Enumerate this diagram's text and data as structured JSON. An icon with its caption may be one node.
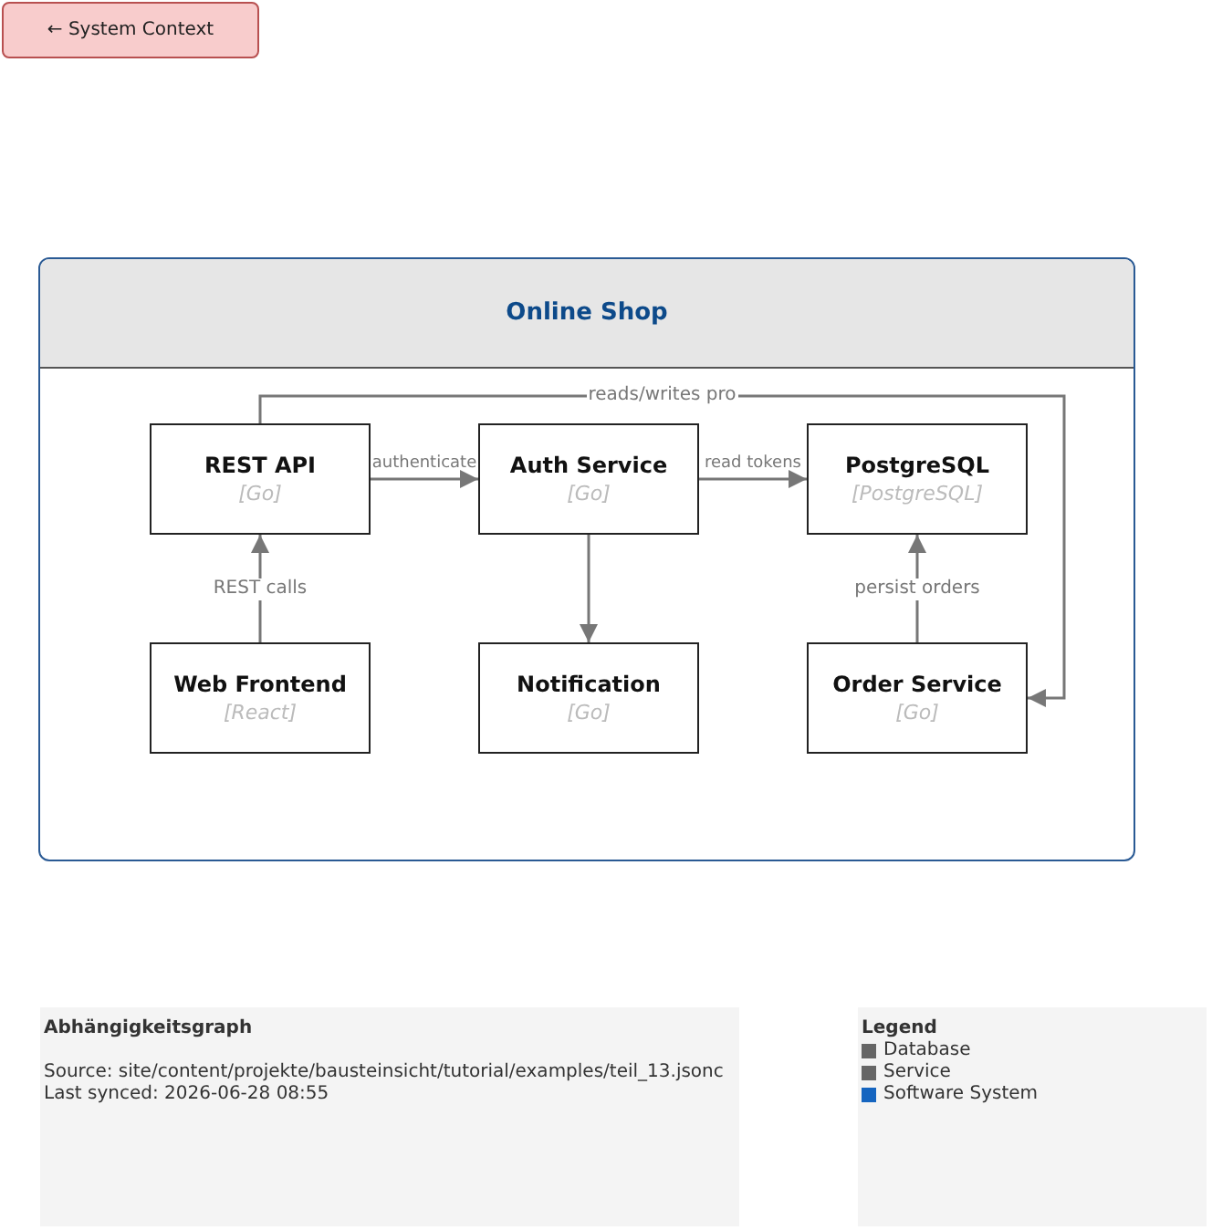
{
  "diagram": {
    "nodes": [
      {
        "text": [
          "Online Shop"
        ]
      },
      {
        "text": [
          "REST API",
          "[Go]"
        ],
        "in": 0
      },
      {
        "text": [
          "Auth Service",
          "[Go]"
        ],
        "in": 0
      },
      {
        "text": [
          "PostgreSQL",
          "[PostgreSQL]"
        ],
        "in": 0
      },
      {
        "text": [
          "Web Frontend",
          "[React]"
        ],
        "in": 0
      },
      {
        "text": [
          "Notification",
          "[Go]"
        ],
        "in": 0
      },
      {
        "text": [
          "Order Service",
          "[Go]"
        ],
        "in": 0
      }
    ],
    "edges": [
      {
        "from": 4,
        "to": 1,
        "arrow": "to",
        "label": "REST calls"
      },
      {
        "from": 1,
        "to": 2,
        "arrow": "to",
        "label": "authenticate"
      },
      {
        "from": 1,
        "to": 6,
        "arrow": "to",
        "label": "reads/writes pro"
      },
      {
        "from": 2,
        "to": 3,
        "arrow": "to",
        "label": "read tokens"
      },
      {
        "from": 6,
        "to": 3,
        "arrow": "to",
        "label": "persist orders"
      },
      {
        "from": 2,
        "to": 5,
        "arrow": "to"
      }
    ],
    "labels": [
      "← System Context",
      "Abhängigkeitsgraph",
      "Source: site/content/projekte/bausteinsicht/tutorial/examples/teil_13.jsonc",
      "Last synced: 2026-06-28 08:55",
      "Legend"
    ],
    "legend": [
      {
        "text": "Database",
        "color": "#666666"
      },
      {
        "text": "Service",
        "color": "#666666"
      },
      {
        "text": "Software System",
        "color": "#1565c0"
      }
    ]
  }
}
